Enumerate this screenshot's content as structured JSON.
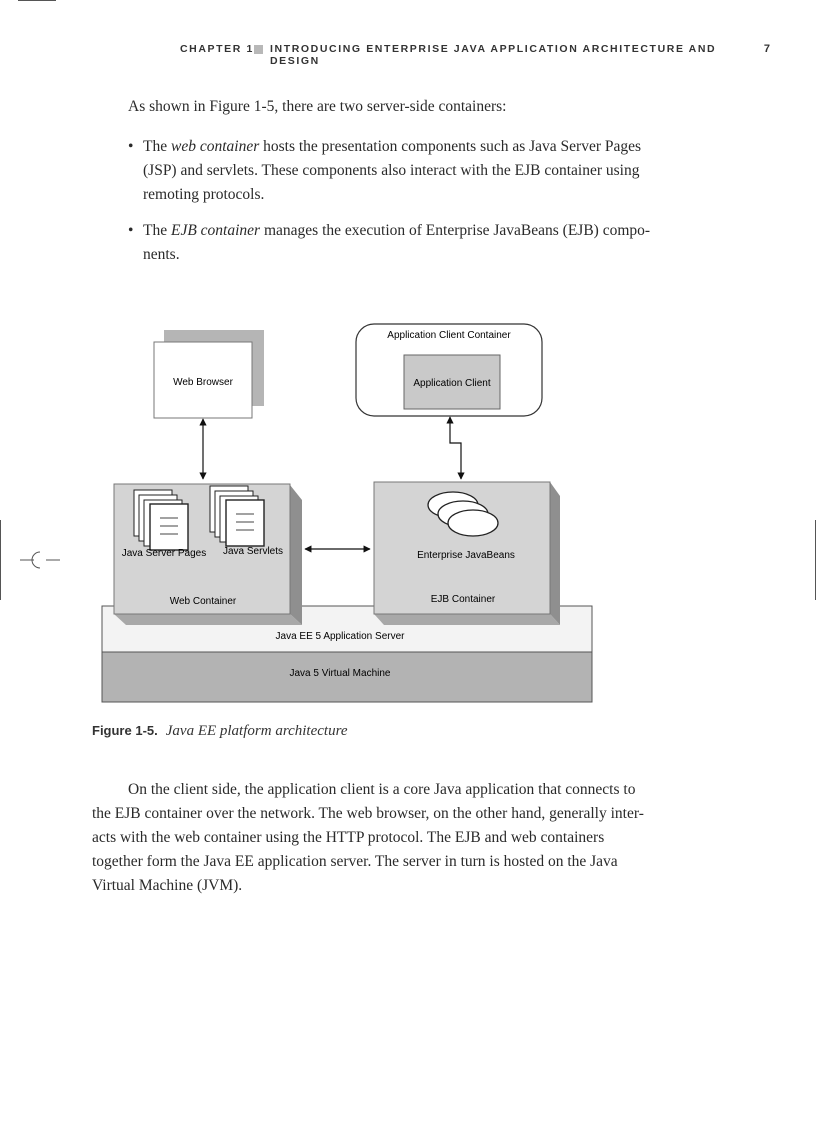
{
  "running_head": {
    "chapter": "CHAPTER 1",
    "title": "INTRODUCING ENTERPRISE JAVA APPLICATION ARCHITECTURE AND DESIGN",
    "page_number": "7"
  },
  "intro": "As shown in Figure 1-5, there are two server-side containers:",
  "bullets": [
    {
      "term": "web container",
      "lines": [
        "hosts the presentation components such as Java Server Pages",
        "(JSP) and servlets. These components also interact with the EJB container using",
        "remoting protocols."
      ]
    },
    {
      "term": "EJB container",
      "lines": [
        "manages the execution of Enterprise JavaBeans (EJB) compo-",
        "nents."
      ]
    }
  ],
  "bullet_prefix": "The",
  "figure": {
    "web_browser": "Web Browser",
    "app_client_container": "Application Client Container",
    "app_client": "Application Client",
    "java_server_pages": "Java Server Pages",
    "java_servlets": "Java Servlets",
    "web_container": "Web Container",
    "enterprise_javabeans": "Enterprise JavaBeans",
    "ejb_container": "EJB Container",
    "app_server": "Java EE 5 Application Server",
    "vm": "Java 5 Virtual Machine"
  },
  "caption": {
    "label": "Figure 1-5.",
    "text": "Java EE platform architecture"
  },
  "paragraph": [
    "On the client side, the application client is a core Java application that connects to",
    "the EJB container over the network. The web browser, on the other hand, generally inter-",
    "acts with the web container using the HTTP protocol. The EJB and web containers",
    "together form the Java EE application server. The server in turn is hosted on the Java",
    "Virtual Machine (JVM)."
  ]
}
